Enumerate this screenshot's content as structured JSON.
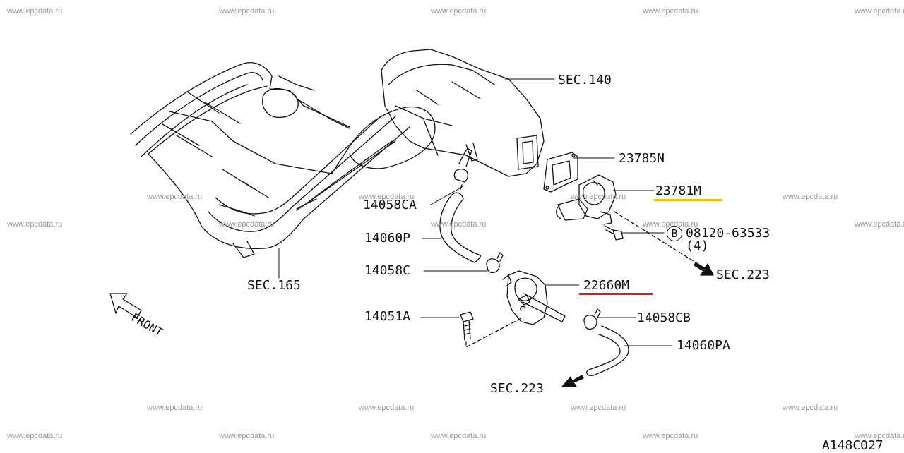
{
  "watermark": "www.epcdata.ru",
  "diagram_code": "A148C027",
  "front_label": "FRONT",
  "labels": {
    "sec140": "SEC.140",
    "p23785n": "23785N",
    "p23781m": "23781M",
    "bolt_symbol": "B",
    "bolt_part": "08120-63533",
    "bolt_qty": "(4)",
    "sec223_right": "SEC.223",
    "p14058ca": "14058CA",
    "p14060p": "14060P",
    "p14058c": "14058C",
    "p22660m": "22660M",
    "sec165": "SEC.165",
    "p14051a": "14051A",
    "p14058cb": "14058CB",
    "p14060pa": "14060PA",
    "sec223_bottom": "SEC.223"
  },
  "highlights": {
    "p23781m": "#f5b800",
    "p22660m": "#e8141c"
  },
  "colors": {
    "line": "#111111",
    "watermark": "#9a9a9a"
  }
}
